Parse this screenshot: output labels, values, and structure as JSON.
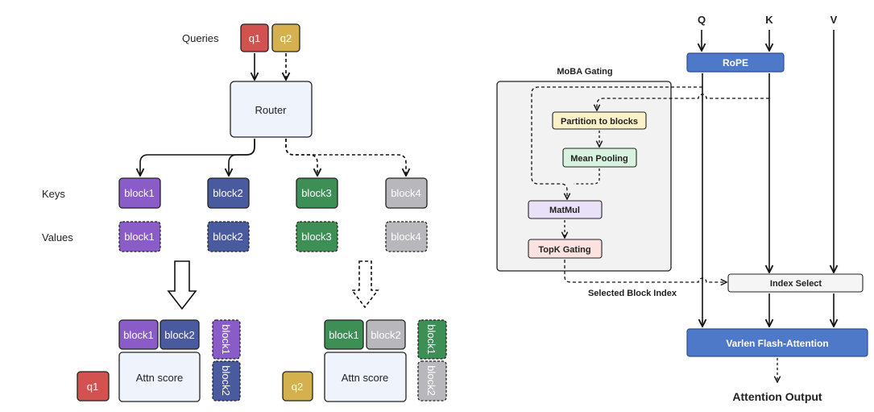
{
  "left": {
    "row_labels": {
      "queries": "Queries",
      "keys": "Keys",
      "values": "Values"
    },
    "queries": [
      "q1",
      "q2"
    ],
    "router": "Router",
    "keys": [
      "block1",
      "block2",
      "block3",
      "block4"
    ],
    "values": [
      "block1",
      "block2",
      "block3",
      "block4"
    ],
    "result_q1": {
      "query": "q1",
      "top": [
        "block1",
        "block2"
      ],
      "side": [
        "block1",
        "block2"
      ],
      "score": "Attn score"
    },
    "result_q2": {
      "query": "q2",
      "top": [
        "block1",
        "block2"
      ],
      "side": [
        "block1",
        "block2"
      ],
      "score": "Attn score"
    }
  },
  "right": {
    "inputs": {
      "q": "Q",
      "k": "K",
      "v": "V"
    },
    "rope": "RoPE",
    "gating_title": "MoBA Gating",
    "partition": "Partition to blocks",
    "mean_pooling": "Mean Pooling",
    "matmul": "MatMul",
    "topk": "TopK Gating",
    "selected_index": "Selected Block Index",
    "index_select": "Index Select",
    "flash_attention": "Varlen Flash-Attention",
    "output": "Attention Output"
  },
  "colors": {
    "q1": "#d1524f",
    "q2": "#d4b04e",
    "block1": "#8a5cc8",
    "block2": "#4a5a9e",
    "block3": "#3d8f55",
    "block4": "#b8b8bc",
    "router_fill": "#eef3fc",
    "rope": "#4e78c8"
  }
}
